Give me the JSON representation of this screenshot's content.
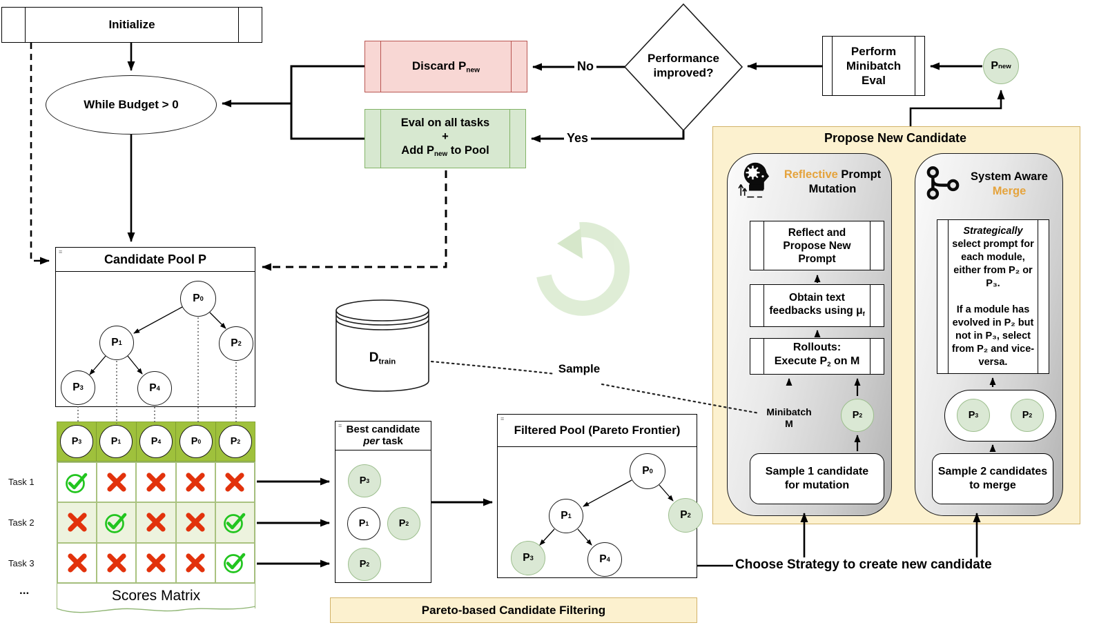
{
  "palette": {
    "accent_gold": "#E5A33C",
    "red_fill": "#F8D7D4",
    "red_border": "#B85450",
    "green_fill": "#D7E8D0",
    "green_border": "#82B366",
    "node_green": "#DAE8D4",
    "node_green_border": "#9CBE8D",
    "yellow_fill": "#FCF1CF",
    "yellow_border": "#D2B267",
    "matrix_header_green": "#9FC13C",
    "matrix_row_green": "#EDF3DE",
    "check_green": "#22C51F",
    "cross_red": "#E2320C",
    "watermark_green": "#DCEBD2"
  },
  "icons": {
    "corner": "≡",
    "mutation": "head-gear-icon",
    "merge": "git-merge-icon",
    "loop": "refresh-arrow-watermark"
  },
  "top": {
    "initialize": "Initialize",
    "while_budget": "While Budget > 0",
    "discard": {
      "pre": "Discard P",
      "sub": "new"
    },
    "eval": {
      "line1": "Eval on all tasks",
      "line2": "+",
      "line3_pre": "Add P",
      "line3_sub": "new",
      "line3_post": " to Pool"
    },
    "no_label": "No",
    "yes_label": "Yes",
    "diamond": {
      "line1": "Performance",
      "line2": "improved?"
    },
    "minibatch_eval": {
      "line1": "Perform",
      "line2": "Minibatch",
      "line3": "Eval"
    },
    "p_new": {
      "base": "P",
      "sub": "new"
    }
  },
  "pool": {
    "title": "Candidate Pool P",
    "nodes": [
      {
        "base": "P",
        "sub": "0"
      },
      {
        "base": "P",
        "sub": "1"
      },
      {
        "base": "P",
        "sub": "2"
      },
      {
        "base": "P",
        "sub": "3"
      },
      {
        "base": "P",
        "sub": "4"
      }
    ]
  },
  "dtrain": {
    "base": "D",
    "sub": "train"
  },
  "sample_label": "Sample",
  "matrix": {
    "headers": [
      {
        "base": "P",
        "sub": "3"
      },
      {
        "base": "P",
        "sub": "1"
      },
      {
        "base": "P",
        "sub": "4"
      },
      {
        "base": "P",
        "sub": "0"
      },
      {
        "base": "P",
        "sub": "2"
      }
    ],
    "rows": [
      {
        "label": "Task 1",
        "cells": [
          "check",
          "cross",
          "cross",
          "cross",
          "cross"
        ]
      },
      {
        "label": "Task 2",
        "cells": [
          "cross",
          "check",
          "cross",
          "cross",
          "check"
        ]
      },
      {
        "label": "Task 3",
        "cells": [
          "cross",
          "cross",
          "cross",
          "cross",
          "check"
        ]
      }
    ],
    "ellipsis": "...",
    "footer": "Scores Matrix"
  },
  "best": {
    "title_line1": "Best candidate",
    "title_line2_italic": "per",
    "title_line2_rest": " task",
    "nodes": [
      {
        "base": "P",
        "sub": "3"
      },
      {
        "base": "P",
        "sub": "1"
      },
      {
        "base": "P",
        "sub": "2"
      },
      {
        "base": "P",
        "sub": "2"
      }
    ]
  },
  "filtered": {
    "title": "Filtered Pool (Pareto Frontier)",
    "nodes": [
      {
        "base": "P",
        "sub": "0"
      },
      {
        "base": "P",
        "sub": "1"
      },
      {
        "base": "P",
        "sub": "2"
      },
      {
        "base": "P",
        "sub": "3"
      },
      {
        "base": "P",
        "sub": "4"
      }
    ]
  },
  "choose_strategy": "Choose Strategy to create new candidate",
  "pareto_bar": "Pareto-based Candidate Filtering",
  "propose": {
    "title": "Propose New Candidate",
    "mutation": {
      "title_accent": "Reflective",
      "title_rest": " Prompt",
      "title_line2": "Mutation",
      "reflect_box": {
        "line1": "Reflect and",
        "line2": "Propose New",
        "line3": "Prompt"
      },
      "feedback_box": {
        "line1": "Obtain text",
        "line2_pre": "feedbacks using μ",
        "line2_sub": "f"
      },
      "rollouts_box": {
        "line1": "Rollouts:",
        "line2_pre": "Execute P",
        "line2_sub": "2",
        "line2_post": " on M"
      },
      "minibatch": {
        "line1": "Minibatch",
        "line2": "M"
      },
      "p2": {
        "base": "P",
        "sub": "2"
      },
      "sample_box": {
        "line1": "Sample 1 candidate",
        "line2": "for mutation"
      }
    },
    "merge": {
      "title_line1": "System Aware",
      "title_accent": "Merge",
      "strategy_text": {
        "p1_italic": "Strategically",
        "p1_rest": " select prompt for each module, either from P₂ or P₃.",
        "p2": "If a module has evolved in P₂ but not in P₃, select from P₂ and vice-versa."
      },
      "pair": [
        {
          "base": "P",
          "sub": "3"
        },
        {
          "base": "P",
          "sub": "2"
        }
      ],
      "sample_box": {
        "line1": "Sample 2 candidates",
        "line2": "to merge"
      }
    }
  }
}
